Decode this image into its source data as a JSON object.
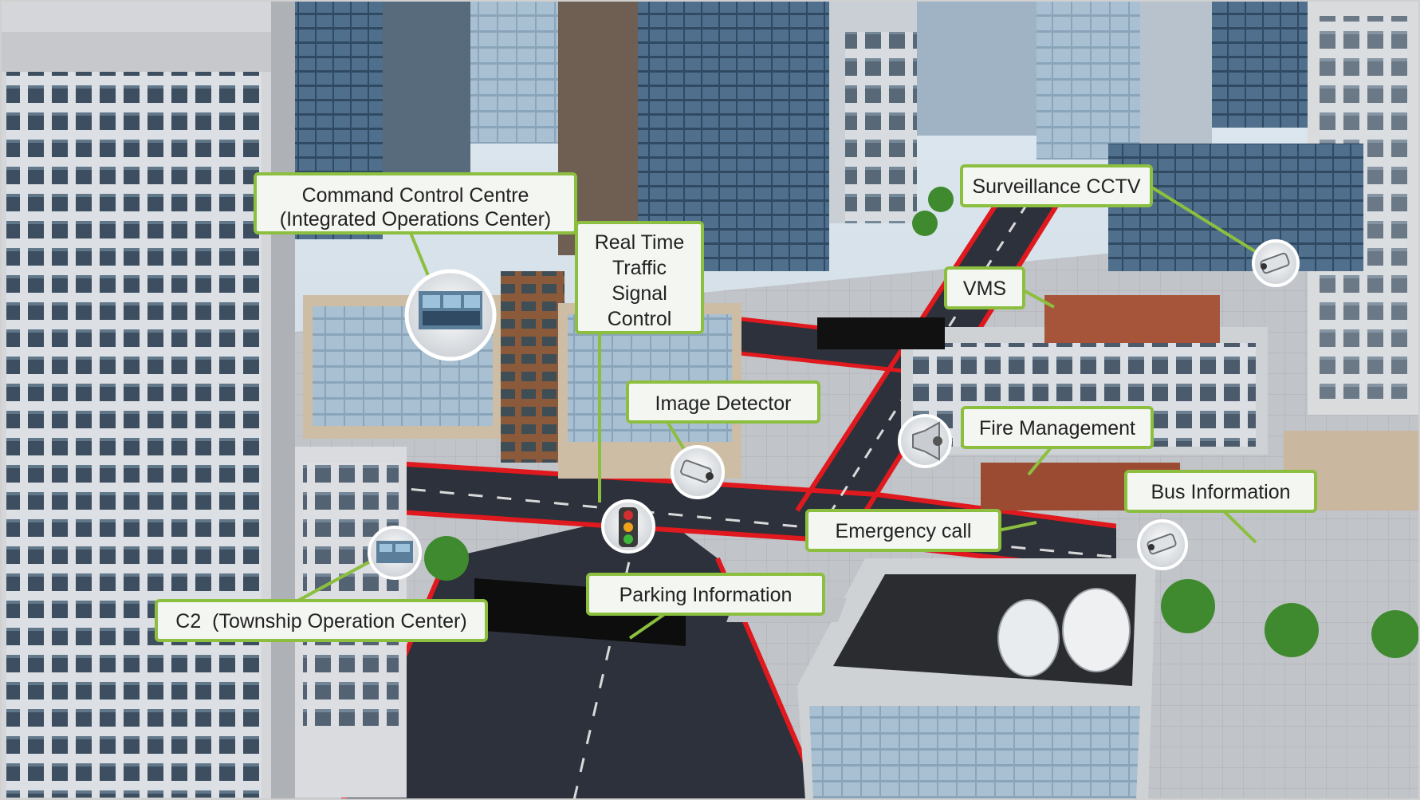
{
  "colors": {
    "callout_border": "#8cbf3f",
    "callout_fill": "#f4f6f1",
    "leader_line": "#8cbf3f",
    "road_edge": "#e0191e",
    "road": "#2a2f3a",
    "sidewalk": "#b9bcc1"
  },
  "labels": {
    "command_control": [
      "Command Control Centre",
      "(Integrated Operations Center)"
    ],
    "traffic_signal": [
      "Real Time",
      "Traffic",
      "Signal",
      "Control"
    ],
    "image_detector": "Image Detector",
    "surveillance_cctv": "Surveillance CCTV",
    "vms": "VMS",
    "fire_management": "Fire Management",
    "bus_information": "Bus Information",
    "emergency_call": "Emergency call",
    "parking_information": "Parking Information",
    "c2_township": "C2  (Township Operation Center)"
  },
  "icons": {
    "command_control": "control-room-screens-icon",
    "traffic_signal": "traffic-light-icon",
    "image_detector": "camera-icon",
    "surveillance_cctv": "cctv-camera-icon",
    "fire_management": "siren-speaker-icon",
    "bus_information": "cctv-camera-icon",
    "c2_township": "control-room-screens-icon"
  }
}
